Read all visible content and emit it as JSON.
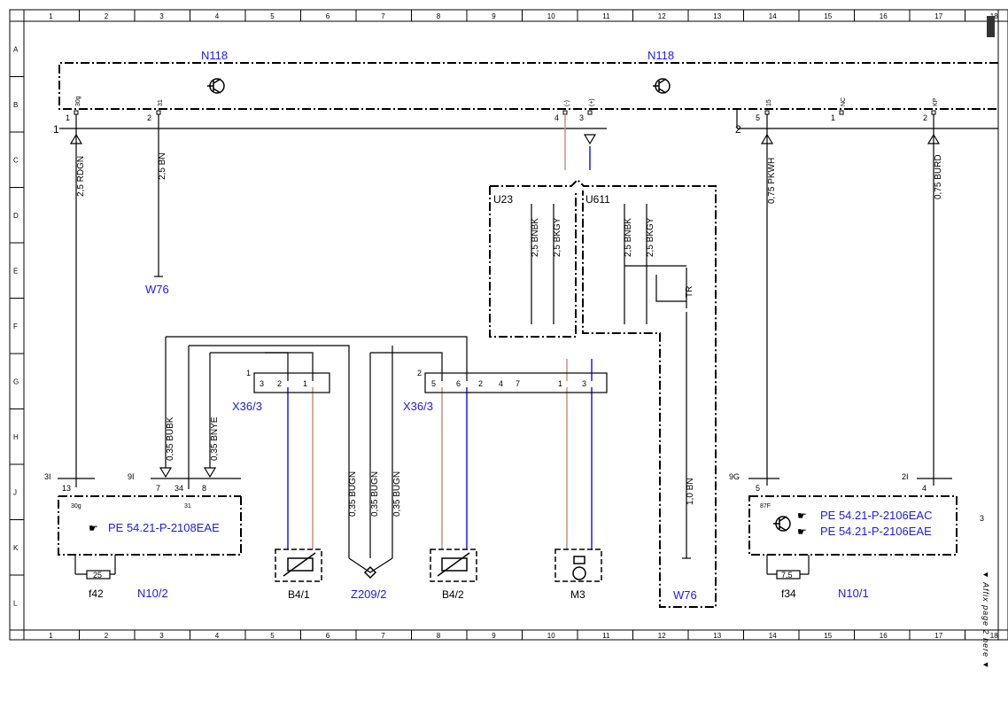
{
  "ruler": {
    "columns": [
      "1",
      "2",
      "3",
      "4",
      "5",
      "6",
      "7",
      "8",
      "9",
      "10",
      "11",
      "12",
      "13",
      "14",
      "15",
      "16",
      "17",
      "18"
    ],
    "rows": [
      "A",
      "B",
      "C",
      "D",
      "E",
      "F",
      "G",
      "H",
      "J",
      "K",
      "L"
    ]
  },
  "components": {
    "n118_left": "N118",
    "n118_right": "N118",
    "w76_left": "W76",
    "w76_right": "W76",
    "u23": "U23",
    "u611": "U611",
    "x36_3_left": "X36/3",
    "x36_3_right": "X36/3",
    "n10_2": "N10/2",
    "n10_1": "N10/1",
    "b4_1": "B4/1",
    "b4_2": "B4/2",
    "z209_2": "Z209/2",
    "m3": "M3",
    "f42": "f42",
    "f34": "f34"
  },
  "references": {
    "ref_left": "PE 54.21-P-2108EAE",
    "ref_right_1": "PE 54.21-P-2106EAC",
    "ref_right_2": "PE 54.21-P-2106EAE"
  },
  "wires": {
    "w1": "2,5 RDGN",
    "w2": "2,5 BN",
    "w3": "0,75 PKWH",
    "w4": "0,75 BURD",
    "w5": "2,5 BNBK",
    "w6": "2,5 BKGY",
    "w7": "2,5 BNBK",
    "w8": "2,5 BKGY",
    "w9": "0,35 BUBK",
    "w10": "0,35 BNYE",
    "w11": "0,35 BUGN",
    "w12": "0,35 BUGN",
    "w13": "0,35 BUGN",
    "w14": "1,0 BN",
    "w15": "TR"
  },
  "pins": {
    "n118_p1_num": "1",
    "n118_p1_term": "30g",
    "n118_p2_num": "2",
    "n118_p2_term": "31",
    "n118_p4_num": "4",
    "n118_p4_term": "(-)",
    "n118_p3_num": "3",
    "n118_p3_term": "(+)",
    "n118_p5_num": "5",
    "n118_p5_term": "15",
    "n118_pnc_num": "1",
    "n118_pnc_term": "NC",
    "n118_p2r_num": "2",
    "n118_p2r_term": "KP",
    "plug1": "1",
    "plug2": "2",
    "n10_2_13": "13",
    "n10_2_30g": "30g",
    "n10_2_7": "7",
    "n10_2_34": "34",
    "n10_2_8": "8",
    "n10_2_31": "31",
    "n10_2_conn3i": "3I",
    "n10_2_conn9i": "9I",
    "n10_1_5": "5",
    "n10_1_87f": "87F",
    "n10_1_4": "4",
    "n10_1_conn9g": "9G",
    "n10_1_conn2i": "2I",
    "x1_num": "1",
    "x1_p3": "3",
    "x1_p2": "2",
    "x1_p1": "1",
    "x2_num": "2",
    "x2_p5": "5",
    "x2_p6": "6",
    "x2_p2": "2",
    "x2_p4": "4",
    "x2_p7": "7",
    "x2_p1": "1",
    "x2_p3": "3",
    "fuse_25": "25",
    "fuse_75": "7,5",
    "page_ref_3": "3"
  },
  "margin_note": "▼ Affix page 2 here ▼",
  "colors": {
    "wire_blue": "#1a1aff",
    "wire_brown": "#c8927a",
    "label_blue": "#1a1aff"
  }
}
